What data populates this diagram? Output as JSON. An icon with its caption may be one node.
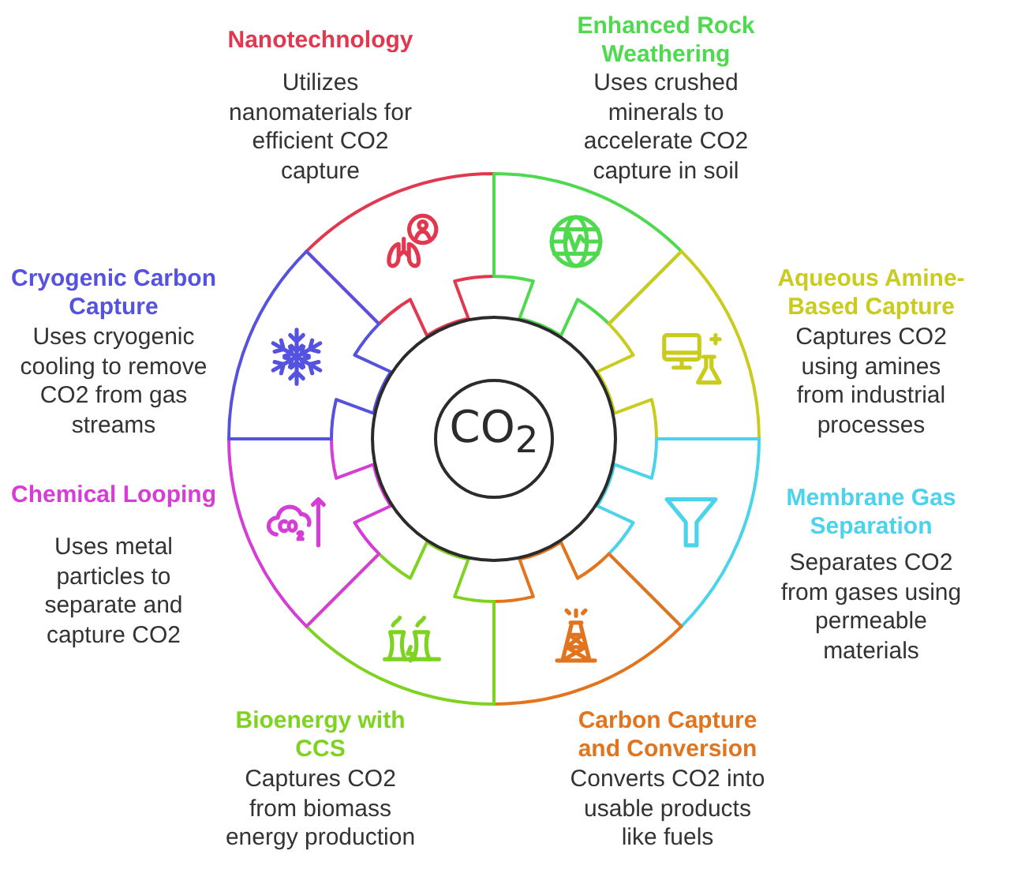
{
  "diagram": {
    "nodes": [
      {
        "text": [
          "CO$_{2}$"
        ]
      },
      {
        "text": [
          "Nanotechnology",
          "Utilizes nanomaterials for efficient CO2 capture"
        ]
      },
      {
        "text": [
          "Enhanced Rock Weathering",
          "Uses crushed minerals to accelerate CO2 capture in soil"
        ]
      },
      {
        "text": [
          "Aqueous Amine-Based Capture",
          "Captures CO2 using amines from industrial processes"
        ]
      },
      {
        "text": [
          "Membrane Gas Separation",
          "Separates CO2 from gases using permeable materials"
        ]
      },
      {
        "text": [
          "Carbon Capture and Conversion",
          "Converts CO2 into usable products like fuels"
        ]
      },
      {
        "text": [
          "Bioenergy with CCS",
          "Captures CO2 from biomass energy production"
        ]
      },
      {
        "text": [
          "Chemical Looping",
          "Uses metal particles to separate and capture CO2"
        ]
      },
      {
        "text": [
          "Cryogenic Carbon Capture",
          "Uses cryogenic cooling to remove CO2 from gas streams"
        ]
      }
    ]
  }
}
